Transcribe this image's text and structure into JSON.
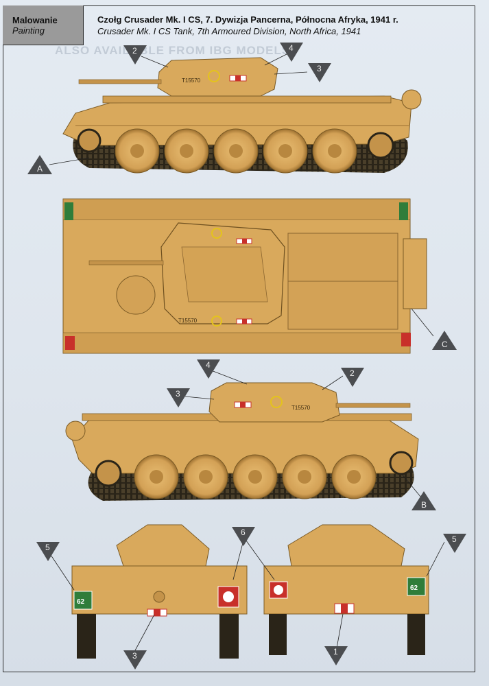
{
  "header": {
    "title_pl": "Malowanie",
    "title_en": "Painting"
  },
  "caption": {
    "pl": "Czołg Crusader Mk. I CS, 7. Dywizja Pancerna, Północna Afryka, 1941 r.",
    "en": "Crusader Mk. I CS Tank, 7th Armoured Division, North Africa, 1941"
  },
  "background_text": "ALSO AVAILABLE FROM IBG MODELS",
  "markings": {
    "serial": "T15570",
    "tactical_number": "62"
  },
  "callouts": {
    "one": "1",
    "two": "2",
    "three": "3",
    "four": "4",
    "five": "5",
    "six": "6",
    "a": "A",
    "b": "B",
    "c": "C"
  },
  "colors": {
    "sand": "#d9a95c",
    "sand_dark": "#b8873f",
    "track": "#2a2418",
    "callout": "#4b4d50",
    "frame": "#2b2b2b",
    "green_plate": "#2f7d3a",
    "red_flash": "#c8302a"
  }
}
